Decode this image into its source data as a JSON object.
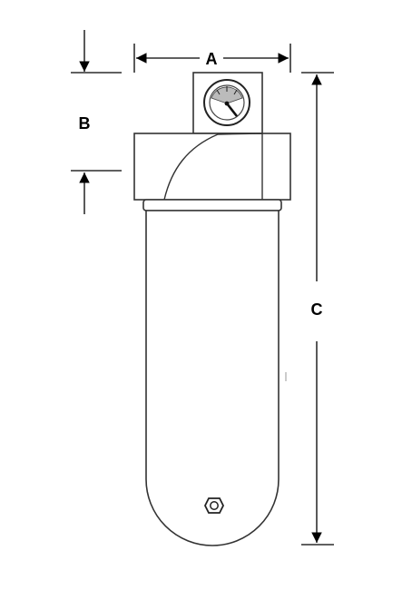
{
  "labels": {
    "width": "A",
    "head_height": "B",
    "overall_height": "C"
  },
  "colors": {
    "line": "#000000",
    "outline": "#333333",
    "background": "#ffffff"
  }
}
